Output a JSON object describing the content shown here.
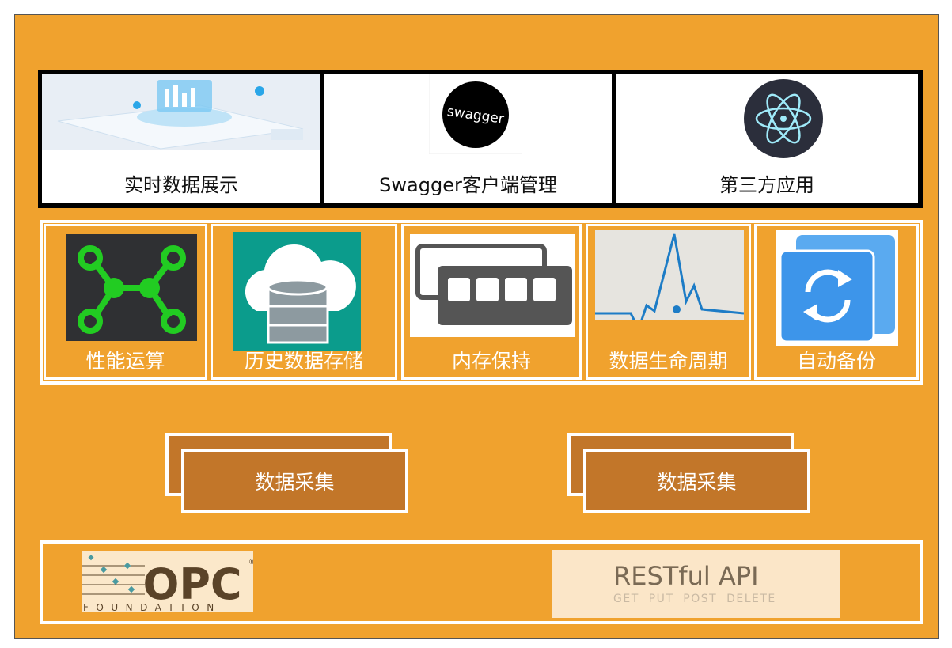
{
  "top_row": [
    {
      "label": "实时数据展示",
      "icon": "dashboard-illustration"
    },
    {
      "label": "Swagger客户端管理",
      "icon": "swagger-logo",
      "logo_text": "swagger"
    },
    {
      "label": "第三方应用",
      "icon": "electron-atom-logo"
    }
  ],
  "middle_row": [
    {
      "label": "性能运算",
      "icon": "network-nodes-icon"
    },
    {
      "label": "历史数据存储",
      "icon": "cloud-database-icon"
    },
    {
      "label": "内存保持",
      "icon": "memory-ram-icon"
    },
    {
      "label": "数据生命周期",
      "icon": "waveform-icon"
    },
    {
      "label": "自动备份",
      "icon": "sync-backup-icon"
    }
  ],
  "collectors": [
    {
      "label": "数据采集"
    },
    {
      "label": "数据采集"
    }
  ],
  "bottom_row": {
    "opc": {
      "name": "OPC",
      "sub": "FOUNDATION",
      "reg": "®"
    },
    "rest": {
      "title": "RESTful API",
      "methods": "GET  PUT  POST  DELETE"
    }
  },
  "colors": {
    "background": "#F0A22E",
    "collector": "#C27629",
    "border": "#FFFFFF"
  }
}
